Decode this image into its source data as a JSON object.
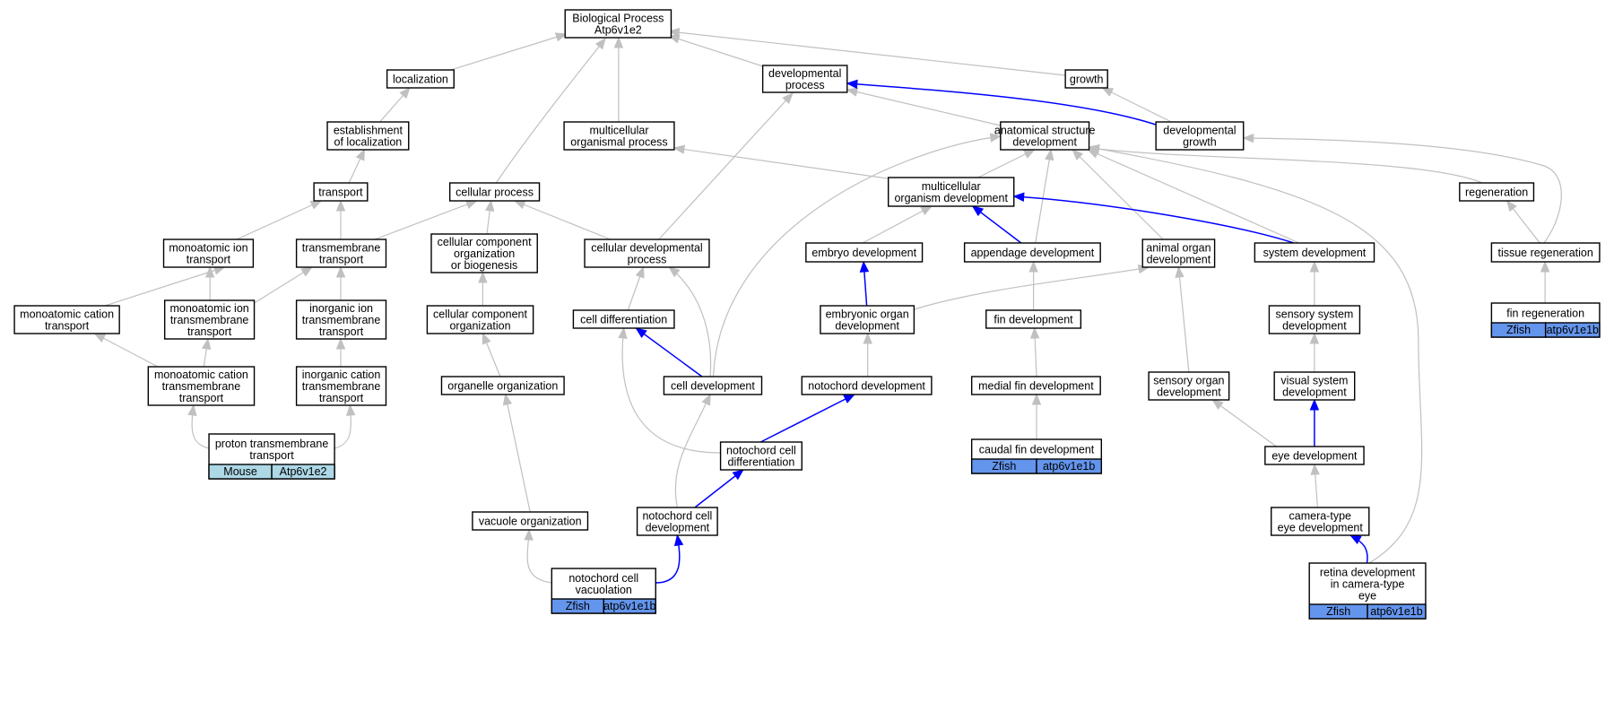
{
  "nodes": {
    "bp": [
      "Biological Process",
      "Atp6v1e2"
    ],
    "localization": [
      "localization"
    ],
    "dev_process": [
      "developmental",
      "process"
    ],
    "growth": [
      "growth"
    ],
    "establishment": [
      "establishment",
      "of localization"
    ],
    "multicellular_proc": [
      "multicellular",
      "organismal process"
    ],
    "anat_struct_dev": [
      "anatomical structure",
      "development"
    ],
    "dev_growth": [
      "developmental",
      "growth"
    ],
    "transport": [
      "transport"
    ],
    "cellular_process": [
      "cellular process"
    ],
    "multi_org_dev": [
      "multicellular",
      "organism development"
    ],
    "regeneration": [
      "regeneration"
    ],
    "mono_ion_transport": [
      "monoatomic ion",
      "transport"
    ],
    "transmembrane_transport": [
      "transmembrane",
      "transport"
    ],
    "cc_org_biogenesis": [
      "cellular component",
      "organization",
      "or biogenesis"
    ],
    "cell_dev_process": [
      "cellular developmental",
      "process"
    ],
    "embryo_dev": [
      "embryo development"
    ],
    "appendage_dev": [
      "appendage development"
    ],
    "animal_organ_dev": [
      "animal organ",
      "development"
    ],
    "system_dev": [
      "system development"
    ],
    "tissue_regen": [
      "tissue regeneration"
    ],
    "mono_cation_transport": [
      "monoatomic cation",
      "transport"
    ],
    "mono_ion_tm_transport": [
      "monoatomic ion",
      "transmembrane",
      "transport"
    ],
    "inorg_ion_tm_transport": [
      "inorganic ion",
      "transmembrane",
      "transport"
    ],
    "cc_org": [
      "cellular component",
      "organization"
    ],
    "cell_diff": [
      "cell differentiation"
    ],
    "embryonic_organ_dev": [
      "embryonic organ",
      "development"
    ],
    "fin_dev": [
      "fin development"
    ],
    "sensory_system_dev": [
      "sensory system",
      "development"
    ],
    "fin_regen": [
      "fin regeneration"
    ],
    "mono_cation_tm_transport": [
      "monoatomic cation",
      "transmembrane",
      "transport"
    ],
    "inorg_cation_tm_transport": [
      "inorganic cation",
      "transmembrane",
      "transport"
    ],
    "organelle_org": [
      "organelle organization"
    ],
    "cell_dev": [
      "cell development"
    ],
    "notochord_dev": [
      "notochord development"
    ],
    "medial_fin_dev": [
      "medial fin development"
    ],
    "sensory_organ_dev": [
      "sensory organ",
      "development"
    ],
    "visual_system_dev": [
      "visual system",
      "development"
    ],
    "proton_tm_transport": [
      "proton transmembrane",
      "transport"
    ],
    "notochord_cell_diff": [
      "notochord cell",
      "differentiation"
    ],
    "caudal_fin_dev": [
      "caudal fin development"
    ],
    "eye_dev": [
      "eye development"
    ],
    "vacuole_org": [
      "vacuole organization"
    ],
    "notochord_cell_dev": [
      "notochord cell",
      "development"
    ],
    "camera_eye_dev": [
      "camera-type",
      "eye development"
    ],
    "notochord_cell_vacuolation": [
      "notochord cell",
      "vacuolation"
    ],
    "retina_dev": [
      "retina development",
      "in camera-type",
      "eye"
    ]
  },
  "gene_tables": {
    "proton_tm_transport": {
      "species": "Mouse",
      "gene": "Atp6v1e2",
      "color": "#add8e6"
    },
    "fin_regen": {
      "species": "Zfish",
      "gene": "atp6v1e1b",
      "color": "#6495ed"
    },
    "caudal_fin_dev": {
      "species": "Zfish",
      "gene": "atp6v1e1b",
      "color": "#6495ed"
    },
    "notochord_cell_vacuolation": {
      "species": "Zfish",
      "gene": "atp6v1e1b",
      "color": "#6495ed"
    },
    "retina_dev": {
      "species": "Zfish",
      "gene": "atp6v1e1b",
      "color": "#6495ed"
    }
  },
  "edge_colors": {
    "is_a": "#c0c0c0",
    "part_of": "#0000ff"
  },
  "edges": [
    {
      "from": "localization",
      "to": "bp",
      "kind": "is_a"
    },
    {
      "from": "dev_process",
      "to": "bp",
      "kind": "is_a"
    },
    {
      "from": "growth",
      "to": "bp",
      "kind": "is_a"
    },
    {
      "from": "multicellular_proc",
      "to": "bp",
      "kind": "is_a"
    },
    {
      "from": "cellular_process",
      "to": "bp",
      "kind": "is_a"
    },
    {
      "from": "establishment",
      "to": "localization",
      "kind": "is_a"
    },
    {
      "from": "transport",
      "to": "establishment",
      "kind": "is_a"
    },
    {
      "from": "anat_struct_dev",
      "to": "dev_process",
      "kind": "is_a"
    },
    {
      "from": "dev_growth",
      "to": "dev_process",
      "kind": "part_of"
    },
    {
      "from": "cell_dev_process",
      "to": "dev_process",
      "kind": "is_a"
    },
    {
      "from": "dev_growth",
      "to": "growth",
      "kind": "is_a"
    },
    {
      "from": "multi_org_dev",
      "to": "multicellular_proc",
      "kind": "is_a"
    },
    {
      "from": "multi_org_dev",
      "to": "anat_struct_dev",
      "kind": "is_a"
    },
    {
      "from": "appendage_dev",
      "to": "anat_struct_dev",
      "kind": "is_a"
    },
    {
      "from": "animal_organ_dev",
      "to": "anat_struct_dev",
      "kind": "is_a"
    },
    {
      "from": "system_dev",
      "to": "anat_struct_dev",
      "kind": "is_a"
    },
    {
      "from": "regeneration",
      "to": "anat_struct_dev",
      "kind": "is_a"
    },
    {
      "from": "cell_dev",
      "to": "anat_struct_dev",
      "kind": "is_a"
    },
    {
      "from": "retina_dev",
      "to": "anat_struct_dev",
      "kind": "is_a"
    },
    {
      "from": "tissue_regen",
      "to": "dev_growth",
      "kind": "is_a"
    },
    {
      "from": "mono_ion_transport",
      "to": "transport",
      "kind": "is_a"
    },
    {
      "from": "transmembrane_transport",
      "to": "transport",
      "kind": "is_a"
    },
    {
      "from": "transmembrane_transport",
      "to": "cellular_process",
      "kind": "is_a"
    },
    {
      "from": "cc_org_biogenesis",
      "to": "cellular_process",
      "kind": "is_a"
    },
    {
      "from": "cell_dev_process",
      "to": "cellular_process",
      "kind": "is_a"
    },
    {
      "from": "embryo_dev",
      "to": "multi_org_dev",
      "kind": "is_a"
    },
    {
      "from": "appendage_dev",
      "to": "multi_org_dev",
      "kind": "part_of"
    },
    {
      "from": "system_dev",
      "to": "multi_org_dev",
      "kind": "part_of"
    },
    {
      "from": "tissue_regen",
      "to": "regeneration",
      "kind": "is_a"
    },
    {
      "from": "mono_cation_transport",
      "to": "mono_ion_transport",
      "kind": "is_a"
    },
    {
      "from": "mono_ion_tm_transport",
      "to": "mono_ion_transport",
      "kind": "is_a"
    },
    {
      "from": "mono_ion_tm_transport",
      "to": "transmembrane_transport",
      "kind": "is_a"
    },
    {
      "from": "inorg_ion_tm_transport",
      "to": "transmembrane_transport",
      "kind": "is_a"
    },
    {
      "from": "cc_org",
      "to": "cc_org_biogenesis",
      "kind": "is_a"
    },
    {
      "from": "cell_diff",
      "to": "cell_dev_process",
      "kind": "is_a"
    },
    {
      "from": "cell_dev",
      "to": "cell_dev_process",
      "kind": "is_a"
    },
    {
      "from": "embryonic_organ_dev",
      "to": "embryo_dev",
      "kind": "part_of"
    },
    {
      "from": "embryonic_organ_dev",
      "to": "animal_organ_dev",
      "kind": "is_a"
    },
    {
      "from": "fin_dev",
      "to": "appendage_dev",
      "kind": "is_a"
    },
    {
      "from": "sensory_organ_dev",
      "to": "animal_organ_dev",
      "kind": "is_a"
    },
    {
      "from": "sensory_system_dev",
      "to": "system_dev",
      "kind": "is_a"
    },
    {
      "from": "fin_regen",
      "to": "tissue_regen",
      "kind": "is_a"
    },
    {
      "from": "mono_cation_tm_transport",
      "to": "mono_cation_transport",
      "kind": "is_a"
    },
    {
      "from": "mono_cation_tm_transport",
      "to": "mono_ion_tm_transport",
      "kind": "is_a"
    },
    {
      "from": "inorg_cation_tm_transport",
      "to": "inorg_ion_tm_transport",
      "kind": "is_a"
    },
    {
      "from": "organelle_org",
      "to": "cc_org",
      "kind": "is_a"
    },
    {
      "from": "cell_dev",
      "to": "cell_diff",
      "kind": "part_of"
    },
    {
      "from": "notochord_dev",
      "to": "embryonic_organ_dev",
      "kind": "is_a"
    },
    {
      "from": "medial_fin_dev",
      "to": "fin_dev",
      "kind": "is_a"
    },
    {
      "from": "visual_system_dev",
      "to": "sensory_system_dev",
      "kind": "is_a"
    },
    {
      "from": "proton_tm_transport",
      "to": "mono_cation_tm_transport",
      "kind": "is_a"
    },
    {
      "from": "proton_tm_transport",
      "to": "inorg_cation_tm_transport",
      "kind": "is_a"
    },
    {
      "from": "notochord_cell_diff",
      "to": "cell_diff",
      "kind": "is_a"
    },
    {
      "from": "notochord_cell_diff",
      "to": "notochord_dev",
      "kind": "part_of"
    },
    {
      "from": "caudal_fin_dev",
      "to": "medial_fin_dev",
      "kind": "is_a"
    },
    {
      "from": "eye_dev",
      "to": "sensory_organ_dev",
      "kind": "is_a"
    },
    {
      "from": "eye_dev",
      "to": "visual_system_dev",
      "kind": "part_of"
    },
    {
      "from": "vacuole_org",
      "to": "organelle_org",
      "kind": "is_a"
    },
    {
      "from": "notochord_cell_dev",
      "to": "cell_dev",
      "kind": "is_a"
    },
    {
      "from": "notochord_cell_dev",
      "to": "notochord_cell_diff",
      "kind": "part_of"
    },
    {
      "from": "camera_eye_dev",
      "to": "eye_dev",
      "kind": "is_a"
    },
    {
      "from": "notochord_cell_vacuolation",
      "to": "vacuole_org",
      "kind": "is_a"
    },
    {
      "from": "notochord_cell_vacuolation",
      "to": "notochord_cell_dev",
      "kind": "part_of"
    },
    {
      "from": "retina_dev",
      "to": "camera_eye_dev",
      "kind": "part_of"
    }
  ]
}
